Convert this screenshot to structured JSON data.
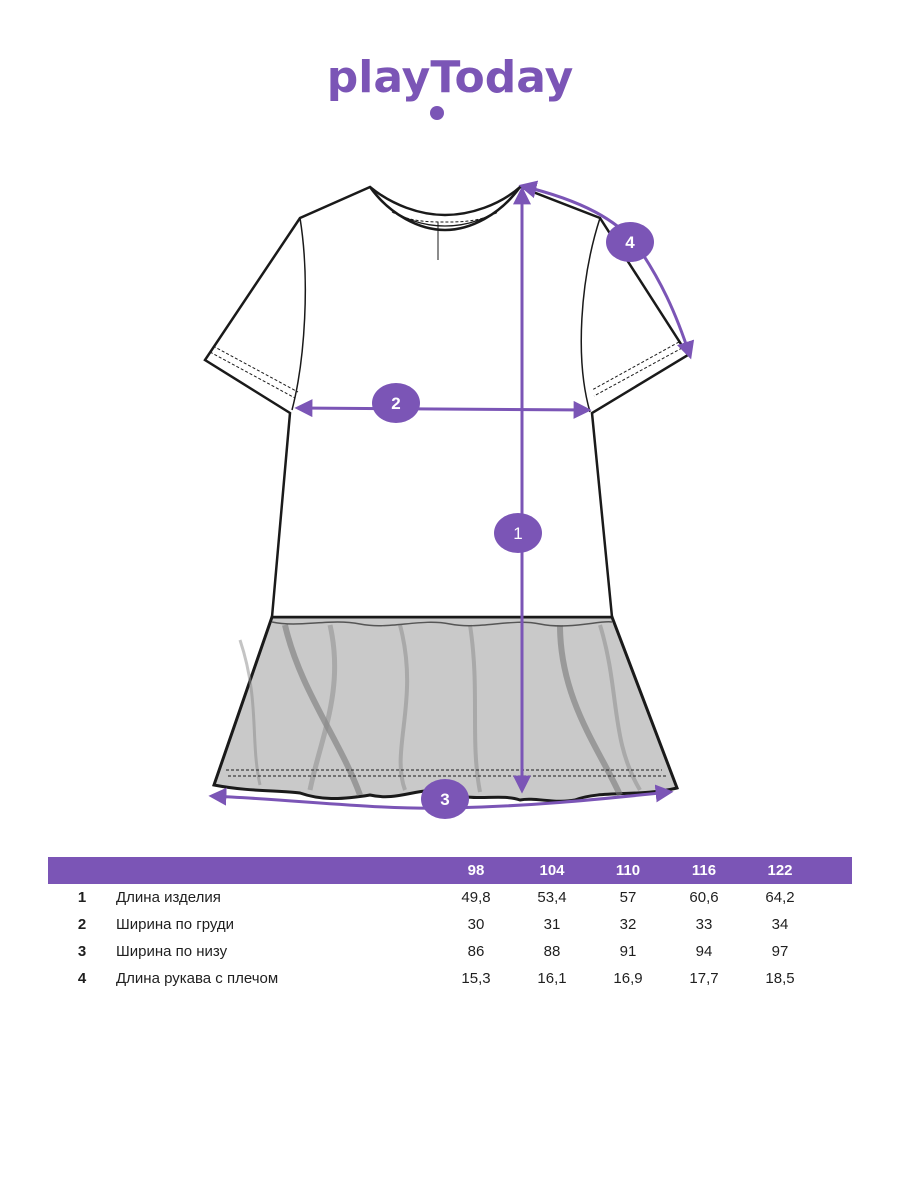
{
  "brand": {
    "logo_text": "playToday",
    "color": "#7b55b6"
  },
  "diagram": {
    "markers": [
      "1",
      "2",
      "3",
      "4"
    ],
    "garment_colors": {
      "outline": "#1a1a1a",
      "ruffle": "#c9c9c9",
      "measure": "#7b55b6"
    }
  },
  "table": {
    "sizes": [
      "98",
      "104",
      "110",
      "116",
      "122"
    ],
    "rows": [
      {
        "num": "1",
        "name": "Длина изделия",
        "values": [
          "49,8",
          "53,4",
          "57",
          "60,6",
          "64,2"
        ]
      },
      {
        "num": "2",
        "name": "Ширина по груди",
        "values": [
          "30",
          "31",
          "32",
          "33",
          "34"
        ]
      },
      {
        "num": "3",
        "name": "Ширина по низу",
        "values": [
          "86",
          "88",
          "91",
          "94",
          "97"
        ]
      },
      {
        "num": "4",
        "name": "Длина рукава с плечом",
        "values": [
          "15,3",
          "16,1",
          "16,9",
          "17,7",
          "18,5"
        ]
      }
    ]
  }
}
